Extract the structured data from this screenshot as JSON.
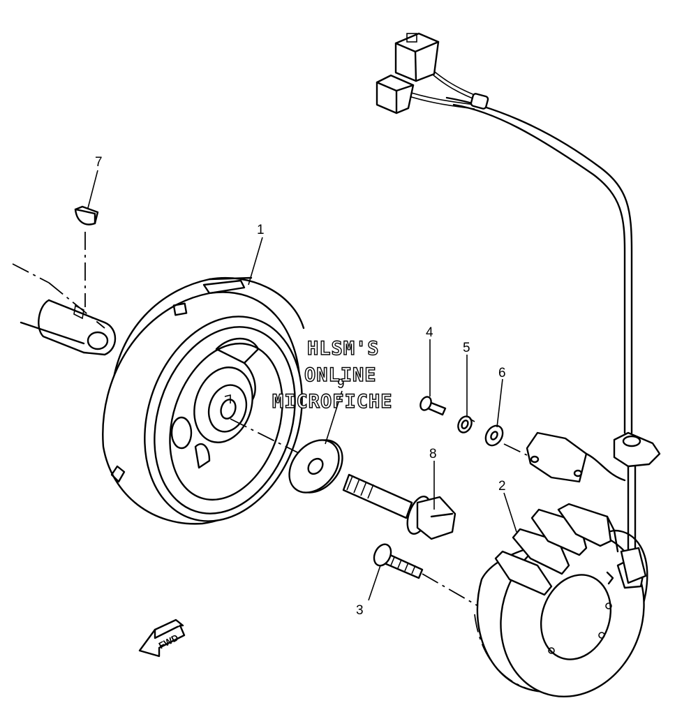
{
  "callouts": {
    "p1": "1",
    "p2": "2",
    "p3": "3",
    "p4": "4",
    "p5": "5",
    "p6": "6",
    "p7": "7",
    "p8": "8",
    "p9": "9"
  },
  "watermark": {
    "line1": "HLSM'S",
    "line2": "ONLINE",
    "line3": "MICROFICHE"
  },
  "direction_arrow": {
    "label": "FWD"
  }
}
